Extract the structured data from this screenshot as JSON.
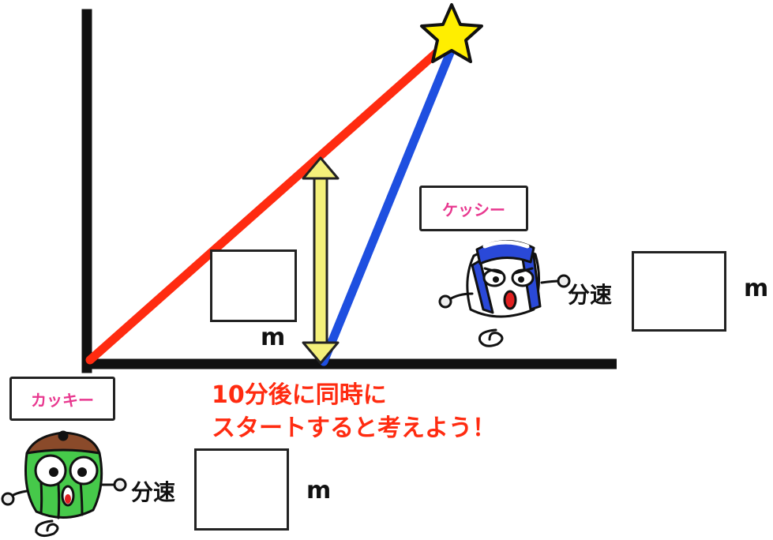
{
  "colors": {
    "kakki_line": "#ff2b10",
    "kesshi_line": "#1e4fe0",
    "gap_arrow": "#f4f07a",
    "star": "#ffee00",
    "axes": "#111111",
    "label_text": "#e8388f",
    "note_text": "#ff2b10"
  },
  "icons": [
    "star-icon",
    "kesshi-character-icon",
    "kakki-character-icon"
  ],
  "gap": {
    "unit": "m"
  },
  "kesshi": {
    "name": "ケッシー",
    "speed_label": "分速",
    "unit": "m"
  },
  "kakki": {
    "name": "カッキー",
    "speed_label": "分速",
    "unit": "m"
  },
  "note": {
    "line1": "10分後に同時に",
    "line2": "スタートすると考えよう！"
  }
}
